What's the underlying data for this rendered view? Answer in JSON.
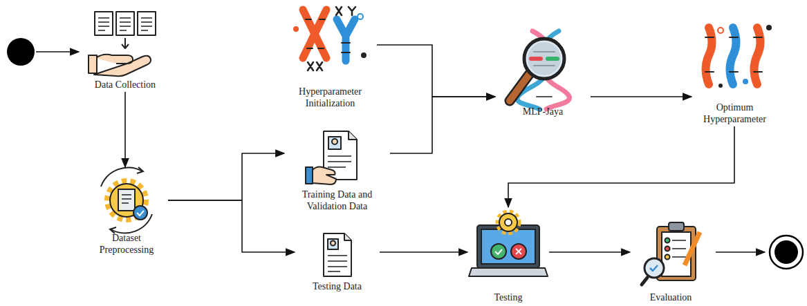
{
  "diagram": {
    "nodes": [
      {
        "text": [
          "Data Collection"
        ]
      },
      {
        "text": [
          "Dataset Preprocessing"
        ]
      },
      {
        "text": [
          "Hyperparameter Initialization"
        ]
      },
      {
        "text": [
          "Training Data and Validation Data"
        ]
      },
      {
        "text": [
          "Testing Data"
        ]
      },
      {
        "text": [
          "MLP-Jaya"
        ]
      },
      {
        "text": [
          "Optimum Hyperparameter"
        ]
      },
      {
        "text": [
          "Testing"
        ]
      },
      {
        "text": [
          "Evaluation"
        ]
      }
    ],
    "edges": [
      {
        "from": 0,
        "to": 1,
        "arrow": "to"
      },
      {
        "from": 1,
        "to": 3,
        "arrow": "to"
      },
      {
        "from": 1,
        "to": 4,
        "arrow": "to"
      },
      {
        "from": 2,
        "to": 5,
        "arrow": "to"
      },
      {
        "from": 3,
        "to": 5,
        "arrow": "to"
      },
      {
        "from": 5,
        "to": 6,
        "arrow": "to"
      },
      {
        "from": 6,
        "to": 7,
        "arrow": "to"
      },
      {
        "from": 4,
        "to": 7,
        "arrow": "to"
      },
      {
        "from": 7,
        "to": 8,
        "arrow": "to"
      }
    ]
  }
}
